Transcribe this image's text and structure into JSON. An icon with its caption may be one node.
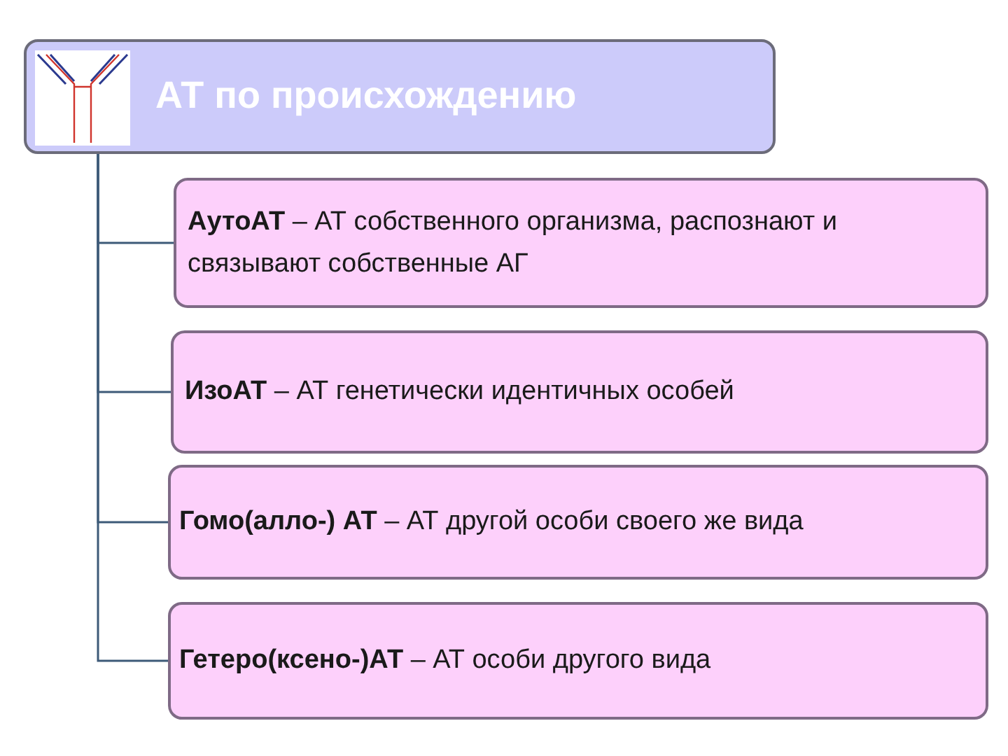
{
  "diagram": {
    "nodes": [
      {
        "text": [
          "АТ по происхождению"
        ]
      },
      {
        "text": [
          "**АутоАТ** – АТ собственного организма, распознают и связывают собственные АГ"
        ]
      },
      {
        "text": [
          "**ИзоАТ** – АТ генетически идентичных особей"
        ]
      },
      {
        "text": [
          "**Гомо(алло-) АТ** – АТ другой особи своего же вида"
        ]
      },
      {
        "text": [
          "**Гетеро(ксено-)АТ** – АТ особи другого вида"
        ]
      }
    ],
    "edges": [
      {
        "from": 0,
        "to": 1,
        "arrow": "none"
      },
      {
        "from": 0,
        "to": 2,
        "arrow": "none"
      },
      {
        "from": 0,
        "to": 3,
        "arrow": "none"
      },
      {
        "from": 0,
        "to": 4,
        "arrow": "none"
      }
    ]
  }
}
